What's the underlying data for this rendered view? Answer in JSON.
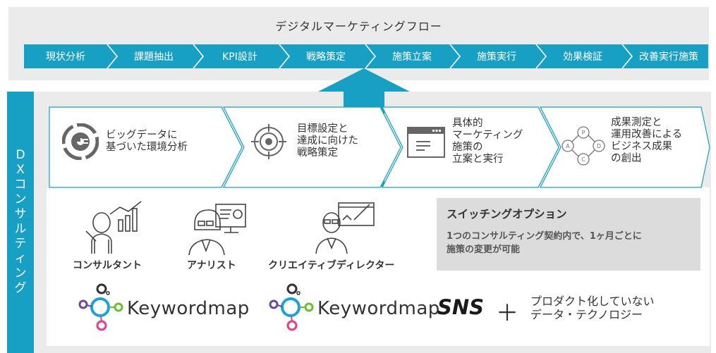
{
  "flow": {
    "title": "デジタルマーケティングフロー",
    "steps": [
      "現状分析",
      "課題抽出",
      "KPI設計",
      "戦略策定",
      "施策立案",
      "施策実行",
      "効果検証",
      "改善実行施策"
    ]
  },
  "side_label": [
    "D",
    "X",
    "コ",
    "ン",
    "サ",
    "ル",
    "テ",
    "ィ",
    "ン",
    "グ"
  ],
  "process": {
    "steps": [
      {
        "lines": [
          "ビッグデータに",
          "基づいた環境分析"
        ],
        "icon": "pie-chart-icon"
      },
      {
        "lines": [
          "目標設定と",
          "達成に向けた",
          "戦略策定"
        ],
        "icon": "target-icon"
      },
      {
        "lines": [
          "具体的",
          "マーケティング",
          "施策の",
          "立案と実行"
        ],
        "icon": "browser-window-icon"
      },
      {
        "lines": [
          "成果測定と",
          "運用改善による",
          "ビジネス成果",
          "の創出"
        ],
        "icon": "pdca-cycle-icon"
      }
    ]
  },
  "roles": [
    {
      "label": "コンサルタント",
      "icon": "consultant-icon"
    },
    {
      "label": "アナリスト",
      "icon": "analyst-icon"
    },
    {
      "label": "クリエイティブディレクター",
      "icon": "creative-director-icon"
    }
  ],
  "switching": {
    "title": "スイッチングオプション",
    "desc_line1": "1つのコンサルティング契約内で、1ヶ月ごとに",
    "desc_line2": "施策の変更が可能"
  },
  "products": {
    "logo1": "Keywordmap",
    "logo2": "Keywordmap",
    "logo2_suffix": "SNS",
    "plus": "＋",
    "tech_line1": "プロダクト化していない",
    "tech_line2": "データ・テクノロジー"
  },
  "colors": {
    "accent": "#17a0c4",
    "panel": "#ebebeb",
    "logo_blue": "#1ea0d8",
    "logo_pink": "#e0408c",
    "logo_green": "#6cbf2c",
    "logo_purple": "#6b4a9a"
  }
}
